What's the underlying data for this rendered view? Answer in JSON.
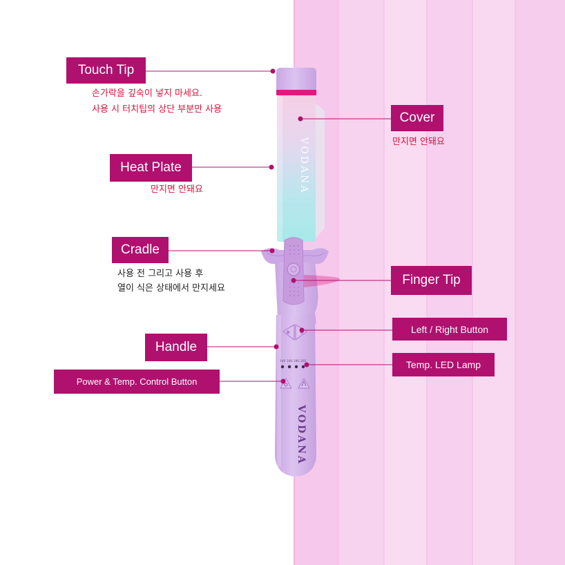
{
  "colors": {
    "label_bg": "#b0106e",
    "note_red": "#d3133c",
    "note_dark": "#222222",
    "device_lavender": "#d7b9ec",
    "accent_magenta": "#e0197d"
  },
  "device": {
    "brand_text": "VODANA",
    "barrel_text": "VODANA",
    "temp_marks": [
      "140",
      "160",
      "180",
      "200"
    ]
  },
  "callouts": {
    "touch_tip": {
      "label": "Touch Tip",
      "note_1": "손가락을 깊숙이 넣지 마세요.",
      "note_2": "사용 시 터치팁의 상단 부분만 사용"
    },
    "cover": {
      "label": "Cover",
      "note_1": "만지면 안돼요"
    },
    "heat_plate": {
      "label": "Heat Plate",
      "note_1": "만지면 안돼요"
    },
    "cradle": {
      "label": "Cradle",
      "note_1": "사용 전 그리고 사용 후",
      "note_2": "열이 식은 상태에서 만지세요"
    },
    "finger_tip": {
      "label": "Finger Tip"
    },
    "left_right_button": {
      "label": "Left / Right Button"
    },
    "handle": {
      "label": "Handle"
    },
    "temp_led_lamp": {
      "label": "Temp. LED Lamp"
    },
    "power_temp_button": {
      "label": "Power & Temp. Control Button"
    }
  }
}
